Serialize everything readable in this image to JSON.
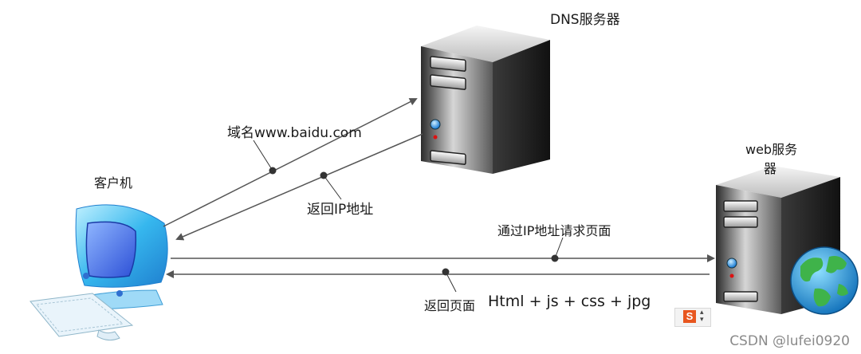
{
  "nodes": {
    "dns": {
      "label": "DNS服务器"
    },
    "web": {
      "label_line1": "web服务",
      "label_line2": "器"
    },
    "client": {
      "label": "客户机"
    }
  },
  "edges": {
    "domain_query": {
      "label": "域名www.baidu.com"
    },
    "return_ip": {
      "label": "返回IP地址"
    },
    "request_page": {
      "label": "通过IP地址请求页面"
    },
    "return_page": {
      "label": "返回页面",
      "content": "Html + js + css + jpg"
    }
  },
  "watermark": "CSDN @lufei0920",
  "badge": {
    "icon": "sohu-s-icon"
  }
}
